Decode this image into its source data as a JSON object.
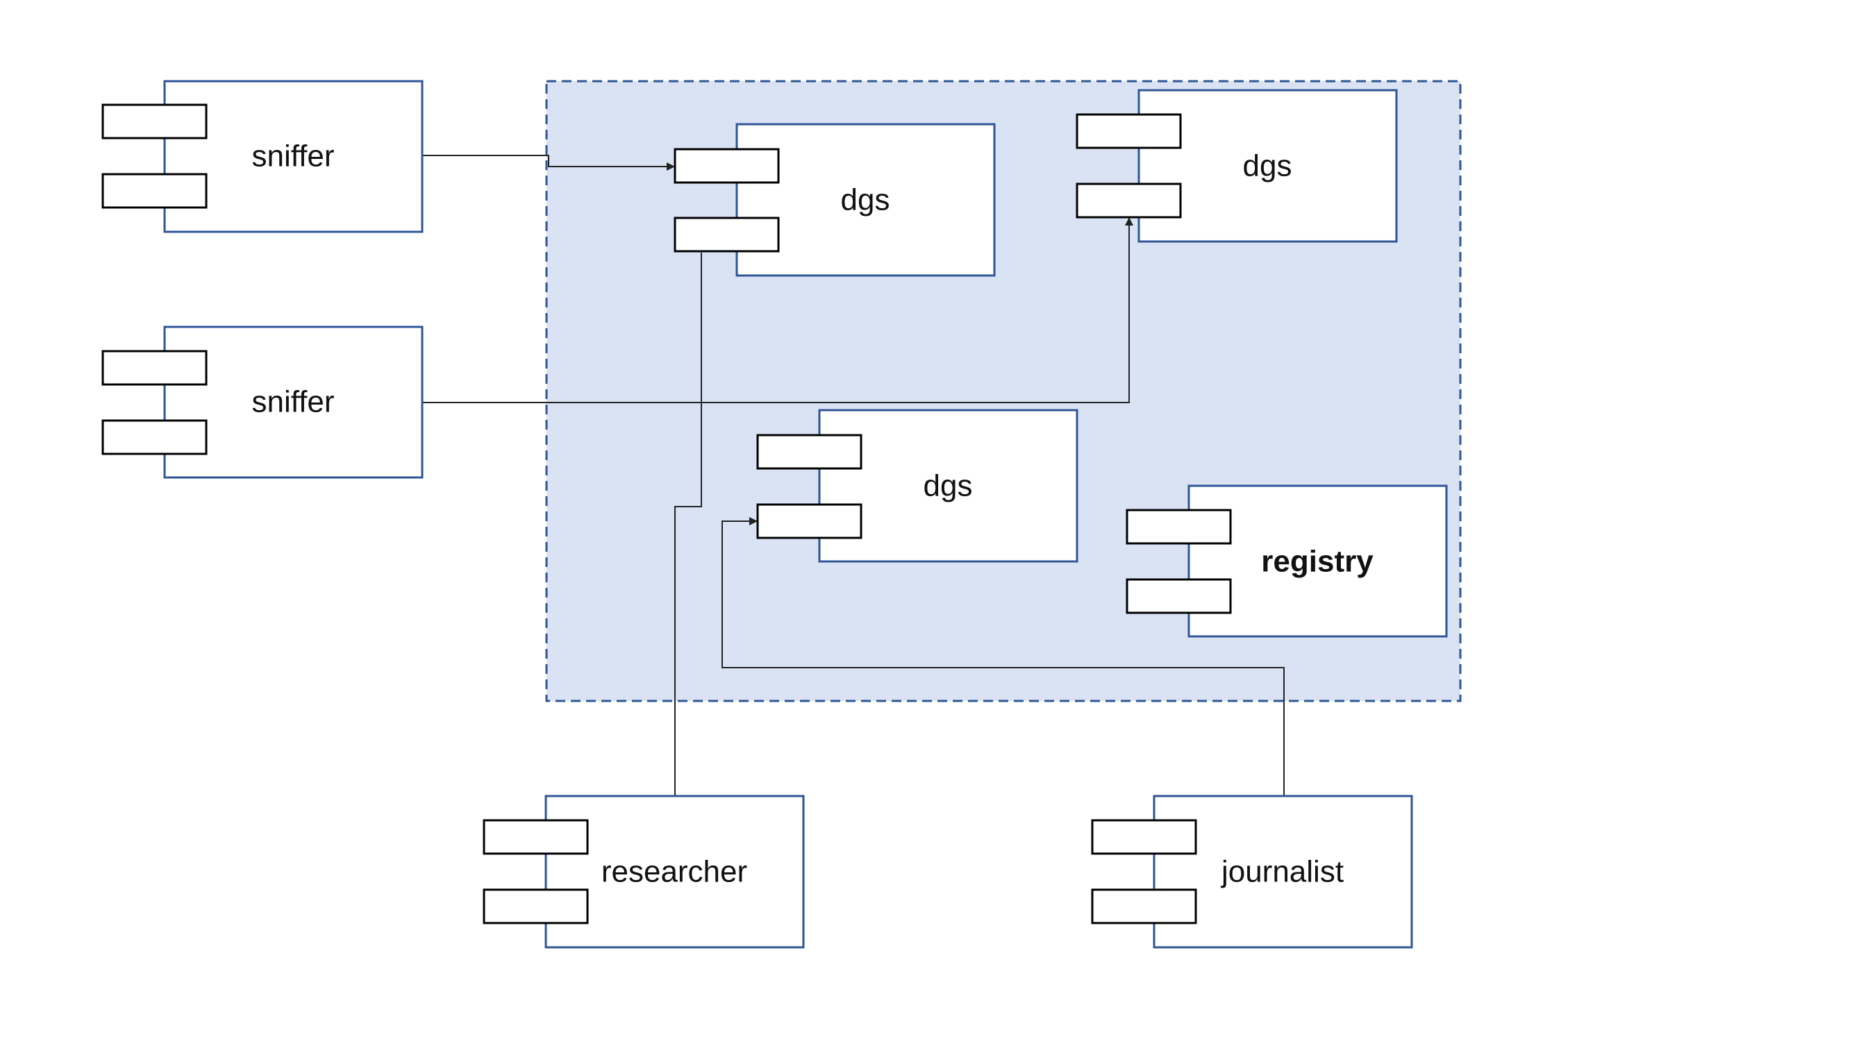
{
  "colors": {
    "container_fill": "#dae3f3",
    "container_border": "#2f5597",
    "component_border": "#2f5597",
    "port_border": "#000000",
    "connector": "#222222"
  },
  "components": {
    "sniffer_1": {
      "label": "sniffer"
    },
    "sniffer_2": {
      "label": "sniffer"
    },
    "dgs_1": {
      "label": "dgs"
    },
    "dgs_2": {
      "label": "dgs"
    },
    "dgs_3": {
      "label": "dgs"
    },
    "registry": {
      "label": "registry"
    },
    "researcher": {
      "label": "researcher"
    },
    "journalist": {
      "label": "journalist"
    }
  },
  "connections": [
    {
      "from": "sniffer_1",
      "to": "dgs_1"
    },
    {
      "from": "sniffer_2",
      "to": "dgs_2"
    },
    {
      "from": "dgs_1",
      "to": "researcher"
    },
    {
      "from": "journalist",
      "to": "dgs_3"
    }
  ]
}
